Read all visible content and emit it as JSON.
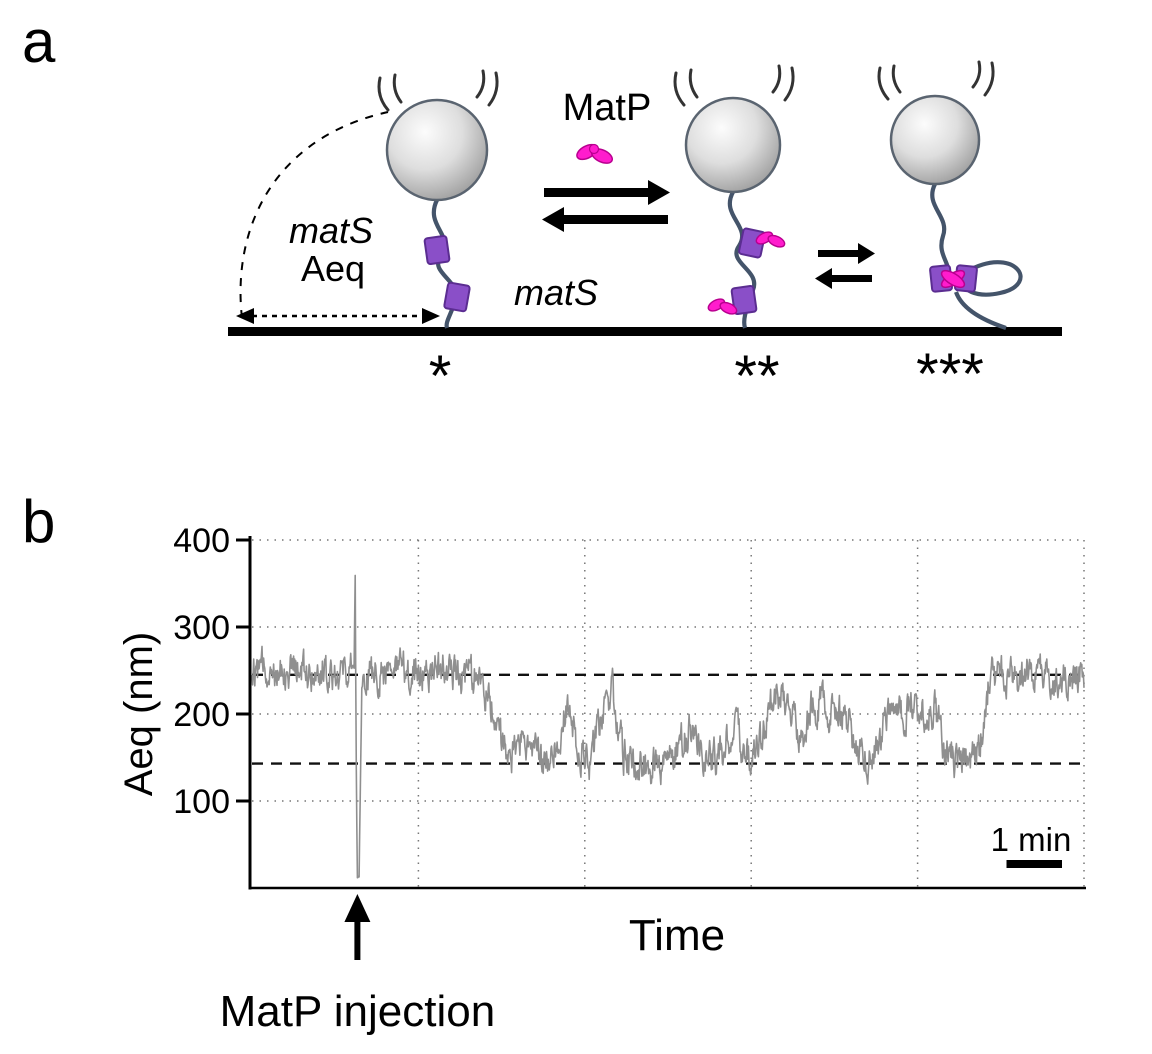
{
  "figure": {
    "panel_a_label": "a",
    "panel_b_label": "b"
  },
  "panel_a": {
    "matp_label": "MatP",
    "mats_label_left": "matS",
    "aeq_label": "Aeq",
    "mats_label_mid": "matS",
    "state1_mark": "*",
    "state2_mark": "**",
    "state3_mark": "***"
  },
  "panel_b": {
    "ylabel": "Aeq (nm)",
    "xlabel": "Time",
    "yticks": [
      "400",
      "300",
      "200",
      "100"
    ],
    "scalebar_label": "1 min",
    "injection_label": "MatP injection"
  },
  "chart_data": {
    "type": "line",
    "title": "Tethered particle motion trace",
    "xlabel": "Time",
    "ylabel": "Aeq (nm)",
    "ylim": [
      0,
      400
    ],
    "ytick_values": [
      100,
      200,
      300,
      400
    ],
    "x_total_min": 15,
    "x_gridline_interval_min": 3,
    "scalebar_min": 1,
    "dashed_reference_lines_nm": [
      245,
      143
    ],
    "injection_time_min": 1.9,
    "trace_color": "#8f8f8f",
    "grid_on": true,
    "legend": "none",
    "noise": {
      "seed": 12,
      "default_amp": 38,
      "quiet_ranges": [
        [
          1.8,
          1.98,
          6
        ]
      ]
    },
    "keypoints_t_min_vs_aeq_nm": [
      [
        0,
        252
      ],
      [
        0.5,
        255
      ],
      [
        1.0,
        248
      ],
      [
        1.5,
        252
      ],
      [
        1.8,
        250
      ],
      [
        1.84,
        255
      ],
      [
        1.86,
        360
      ],
      [
        1.88,
        140
      ],
      [
        1.9,
        12
      ],
      [
        1.93,
        12
      ],
      [
        1.98,
        230
      ],
      [
        2.1,
        245
      ],
      [
        2.5,
        250
      ],
      [
        3.0,
        248
      ],
      [
        3.5,
        252
      ],
      [
        4.05,
        242
      ],
      [
        4.3,
        215
      ],
      [
        4.5,
        165
      ],
      [
        4.7,
        150
      ],
      [
        4.9,
        180
      ],
      [
        5.1,
        150
      ],
      [
        5.3,
        145
      ],
      [
        5.5,
        170
      ],
      [
        5.7,
        212
      ],
      [
        5.9,
        155
      ],
      [
        6.1,
        145
      ],
      [
        6.3,
        200
      ],
      [
        6.5,
        228
      ],
      [
        6.7,
        155
      ],
      [
        6.9,
        142
      ],
      [
        7.1,
        140
      ],
      [
        7.3,
        143
      ],
      [
        7.5,
        140
      ],
      [
        7.7,
        162
      ],
      [
        7.9,
        185
      ],
      [
        8.1,
        152
      ],
      [
        8.3,
        148
      ],
      [
        8.5,
        158
      ],
      [
        8.7,
        188
      ],
      [
        8.9,
        152
      ],
      [
        9.1,
        162
      ],
      [
        9.3,
        198
      ],
      [
        9.5,
        225
      ],
      [
        9.7,
        205
      ],
      [
        9.9,
        168
      ],
      [
        10.1,
        208
      ],
      [
        10.3,
        215
      ],
      [
        10.5,
        196
      ],
      [
        10.7,
        205
      ],
      [
        10.9,
        152
      ],
      [
        11.1,
        148
      ],
      [
        11.3,
        172
      ],
      [
        11.5,
        210
      ],
      [
        11.7,
        196
      ],
      [
        11.9,
        215
      ],
      [
        12.1,
        200
      ],
      [
        12.3,
        208
      ],
      [
        12.5,
        158
      ],
      [
        12.7,
        148
      ],
      [
        12.9,
        145
      ],
      [
        13.1,
        150
      ],
      [
        13.3,
        238
      ],
      [
        13.5,
        248
      ],
      [
        13.8,
        242
      ],
      [
        14.2,
        250
      ],
      [
        14.6,
        245
      ],
      [
        15,
        248
      ]
    ]
  }
}
